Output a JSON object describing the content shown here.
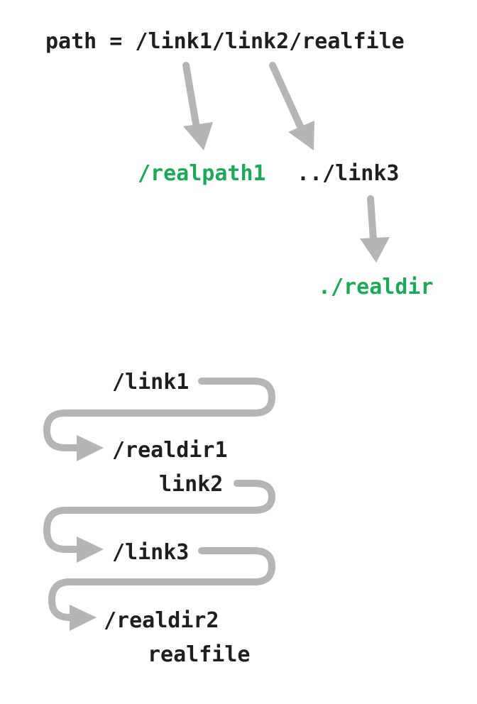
{
  "colors": {
    "text": "#1f1f1f",
    "resolved": "#1ea85a",
    "arrow": "#b5b5b5",
    "background": "#ffffff"
  },
  "top": {
    "path_line": "path = /link1/link2/realfile",
    "resolved_1": "/realpath1",
    "link_target": "../link3",
    "resolved_2": "./realdir"
  },
  "bottom": {
    "steps": [
      "/link1",
      "/realdir1",
      "link2",
      "/link3",
      "/realdir2",
      "realfile"
    ]
  }
}
